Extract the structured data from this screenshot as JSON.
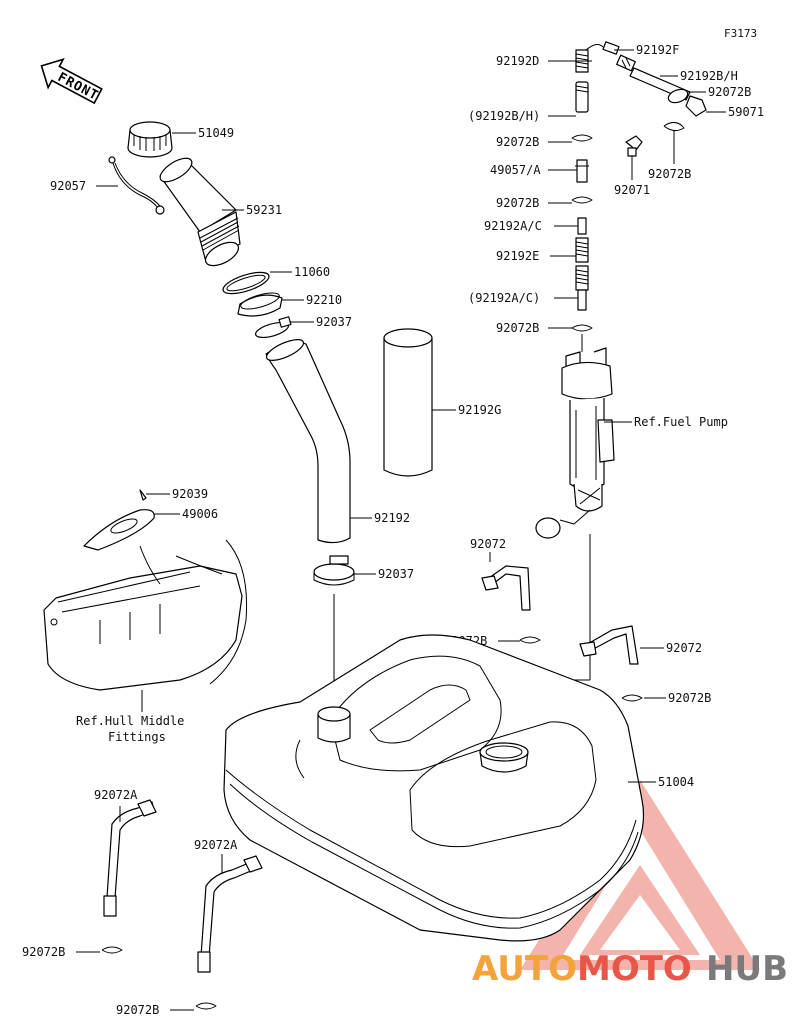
{
  "figure_code": "F3173",
  "front_label": "FRONT",
  "labels": {
    "l51049": "51049",
    "l92057": "92057",
    "l59231": "59231",
    "l11060": "11060",
    "l92210": "92210",
    "l92037a": "92037",
    "l92192g": "92192G",
    "l92192": "92192",
    "l92039": "92039",
    "l49006": "49006",
    "l92037b": "92037",
    "ref_hull_line1": "Ref.Hull Middle",
    "ref_hull_line2": "Fittings",
    "l92192d": "92192D",
    "l92192f": "92192F",
    "l92192bh_r": "92192B/H",
    "l92072b_r1": "92072B",
    "l59071": "59071",
    "l92192bh_p": "(92192B/H)",
    "l92072b_1": "92072B",
    "l49057a": "49057/A",
    "l92071": "92071",
    "l92072b_r2": "92072B",
    "l92072b_2": "92072B",
    "l92192ac": "92192A/C",
    "l92192e": "92192E",
    "l92192ac_p": "(92192A/C)",
    "l92072b_3": "92072B",
    "ref_fuel_pump": "Ref.Fuel Pump",
    "l92072_a": "92072",
    "l92072b_4": "92072B",
    "l92072_b": "92072",
    "l92072b_5": "92072B",
    "l51004": "51004",
    "l92072a_1": "92072A",
    "l92072a_2": "92072A",
    "l92072b_6": "92072B",
    "l92072b_7": "92072B"
  },
  "watermark": {
    "part1": "AUTO",
    "part2": "MOTO",
    "part3": "HUB",
    "color_primary": "#e8564a",
    "color_secondary": "#f2a33a",
    "color_gray": "#7a7a7a"
  }
}
